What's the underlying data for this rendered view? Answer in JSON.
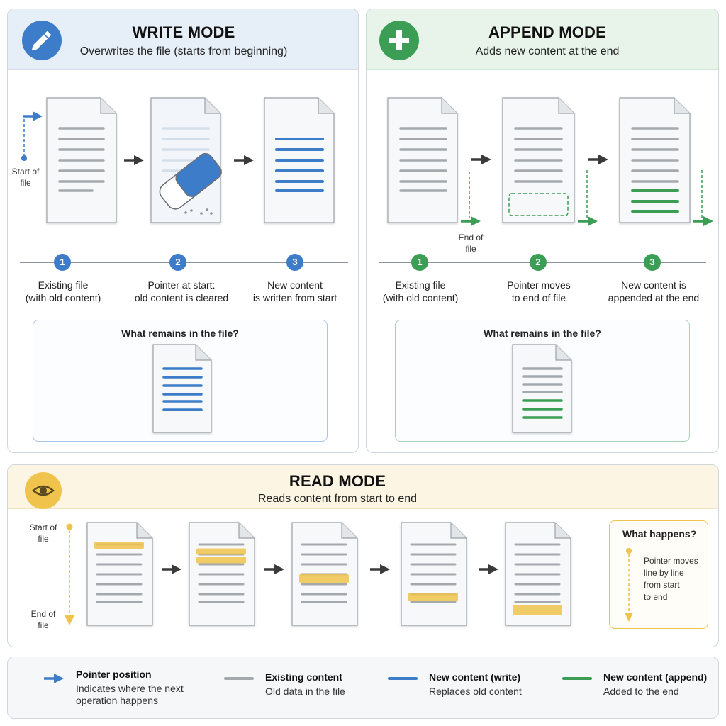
{
  "write": {
    "title": "WRITE MODE",
    "subtitle": "Overwrites the file (starts from beginning)",
    "pointer_label_line1": "Start of",
    "pointer_label_line2": "file",
    "steps": [
      {
        "num": "1",
        "line1": "Existing file",
        "line2": "(with old content)"
      },
      {
        "num": "2",
        "line1": "Pointer at start:",
        "line2": "old content is cleared"
      },
      {
        "num": "3",
        "line1": "New content",
        "line2": "is written from start"
      }
    ],
    "remain_title": "What remains in the file?"
  },
  "append": {
    "title": "APPEND MODE",
    "subtitle": "Adds new content at the end",
    "pointer_label_line1": "End of",
    "pointer_label_line2": "file",
    "steps": [
      {
        "num": "1",
        "line1": "Existing file",
        "line2": "(with old content)"
      },
      {
        "num": "2",
        "line1": "Pointer moves",
        "line2": "to end of file"
      },
      {
        "num": "3",
        "line1": "New content is",
        "line2": "appended at the end"
      }
    ],
    "remain_title": "What remains in the file?"
  },
  "read": {
    "title": "READ MODE",
    "subtitle": "Reads content from start to end",
    "start_label_line1": "Start of",
    "start_label_line2": "file",
    "end_label_line1": "End of",
    "end_label_line2": "file",
    "happens_title": "What happens?",
    "happens_lines": [
      "Pointer moves",
      "line by line",
      "from start",
      "to end"
    ]
  },
  "legend": [
    {
      "icon": "pointer-arrow-icon",
      "title": "Pointer position",
      "desc_line1": "Indicates where the next",
      "desc_line2": "operation happens"
    },
    {
      "icon": "gray-line-icon",
      "title": "Existing content",
      "desc_line1": "Old data in the file",
      "desc_line2": ""
    },
    {
      "icon": "blue-line-icon",
      "title": "New content (write)",
      "desc_line1": "Replaces old content",
      "desc_line2": ""
    },
    {
      "icon": "green-line-icon",
      "title": "New content (append)",
      "desc_line1": "Added to the end",
      "desc_line2": ""
    }
  ],
  "colors": {
    "blue": "#3d7cc9",
    "green": "#3c9e54",
    "yellow": "#f0c34c",
    "gray_line": "#a4a9ae",
    "arrow": "#3a3a3a"
  }
}
